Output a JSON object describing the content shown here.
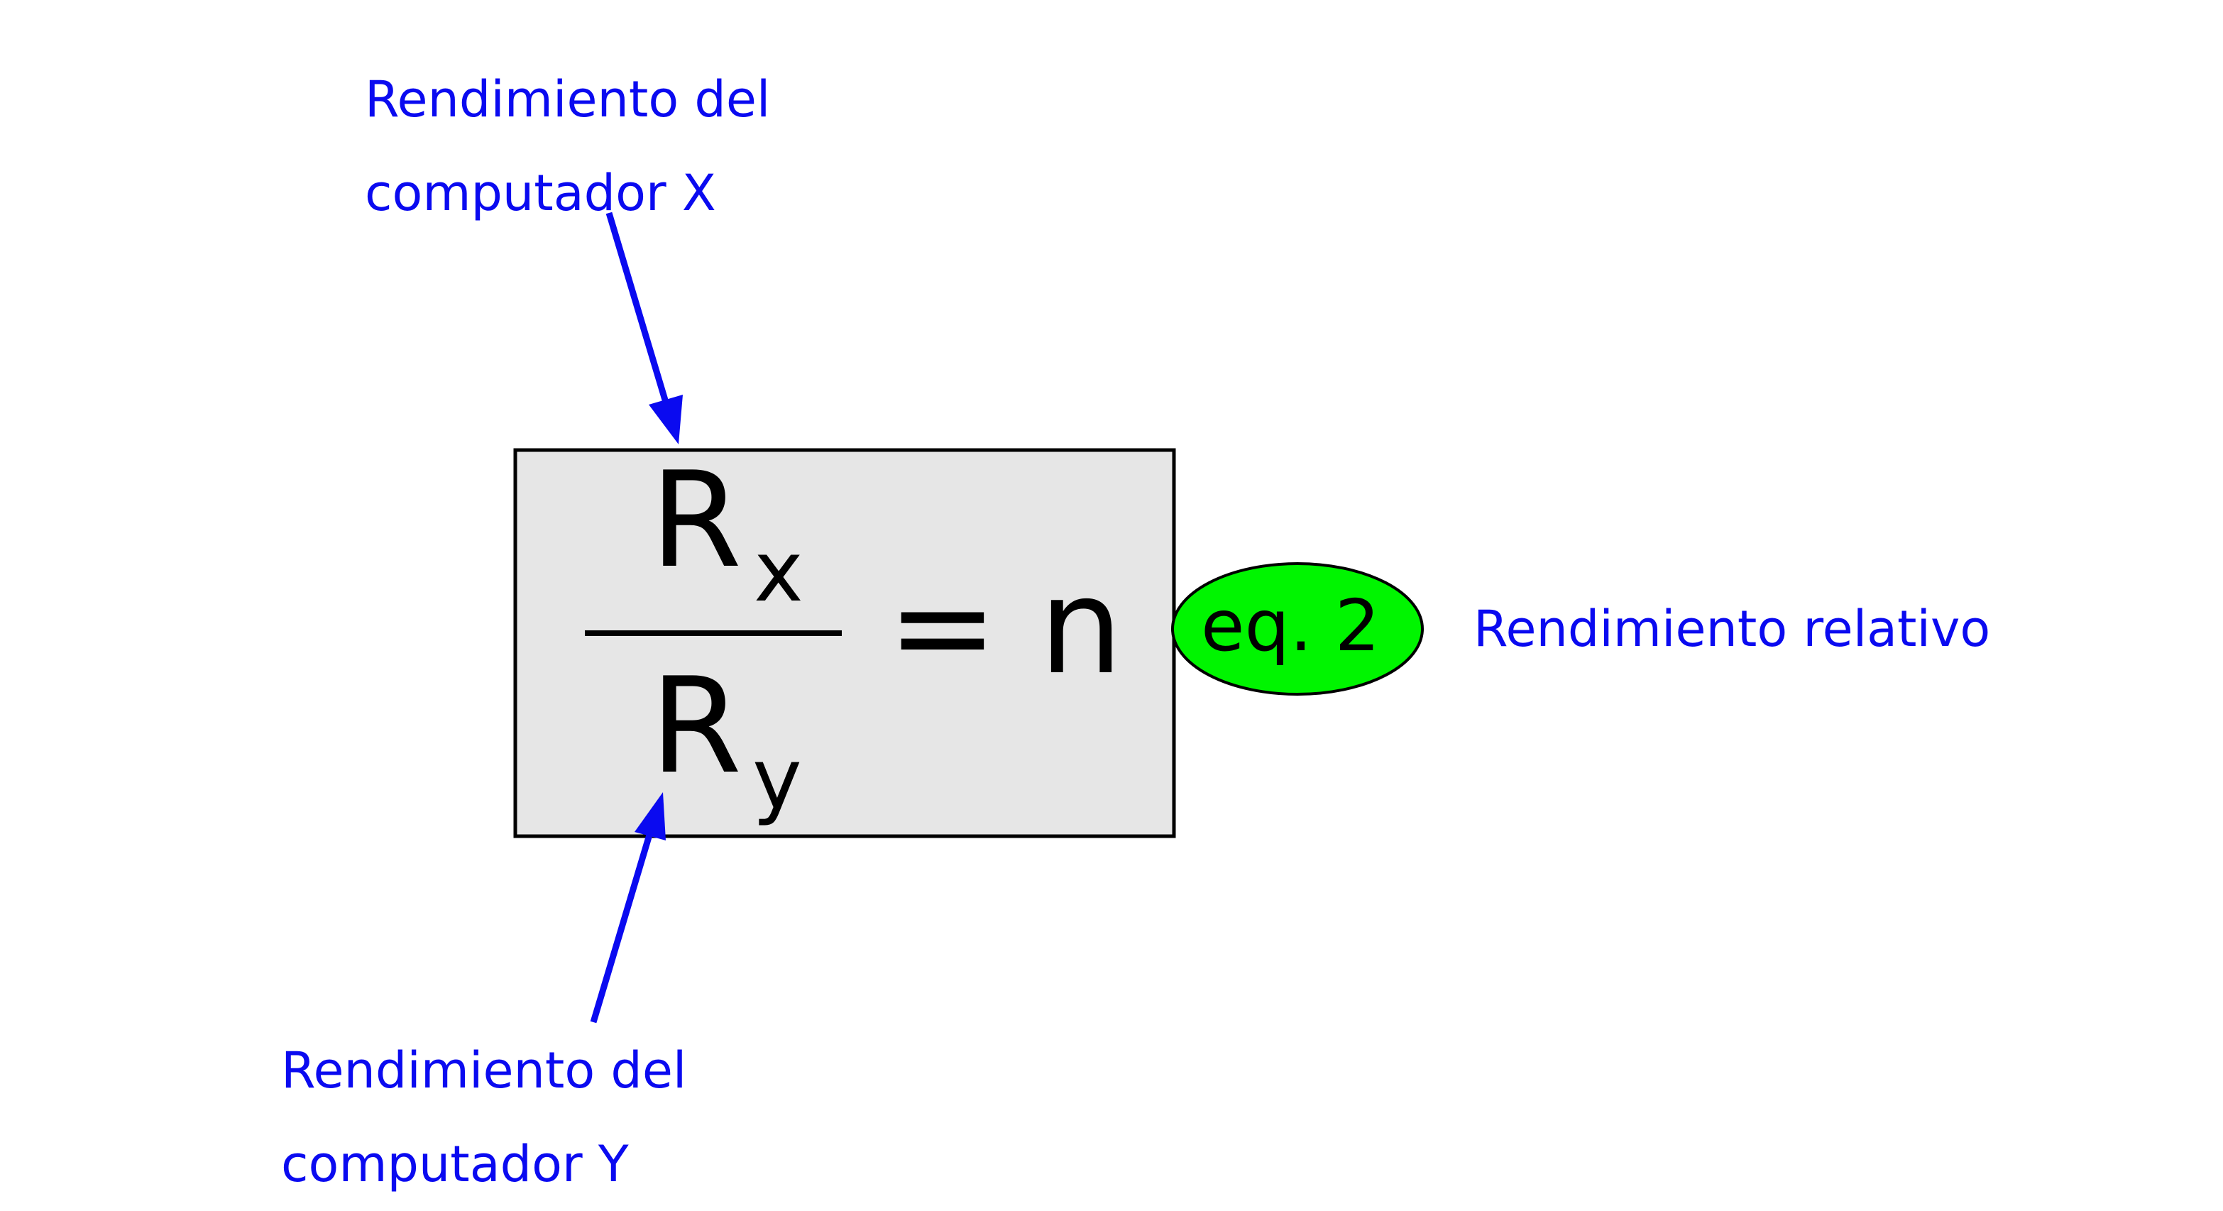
{
  "labels": {
    "numerator": {
      "line1": "Rendimiento del",
      "line2": "computador X"
    },
    "denominator": {
      "line1": "Rendimiento del",
      "line2": "computador Y"
    },
    "relative": "Rendimiento relativo"
  },
  "equation": {
    "numerator_symbol": "R",
    "numerator_subscript": "x",
    "denominator_symbol": "R",
    "denominator_subscript": "y",
    "equals": "=",
    "result": "n"
  },
  "badge": {
    "text": "eq. 2",
    "fill_color": "#00f500"
  },
  "colors": {
    "annotation": "#0a0af0",
    "box_fill": "#e6e6e6",
    "box_stroke": "#000000"
  }
}
